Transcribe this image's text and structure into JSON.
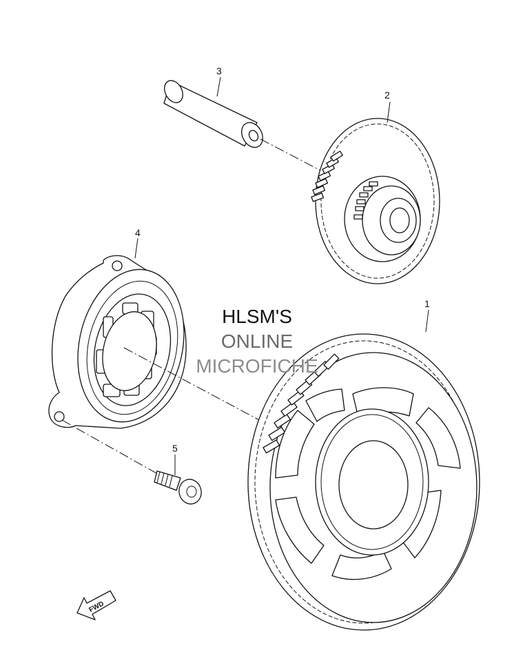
{
  "watermark": {
    "line1": "HLSM'S",
    "line2": "ONLINE",
    "line3": "MICROFICHE"
  },
  "callouts": {
    "part1": "1",
    "part2": "2",
    "part3": "3",
    "part4": "4",
    "part5": "5"
  },
  "fwd_label": "FWD",
  "icons": [
    "fwd-arrow-icon"
  ]
}
